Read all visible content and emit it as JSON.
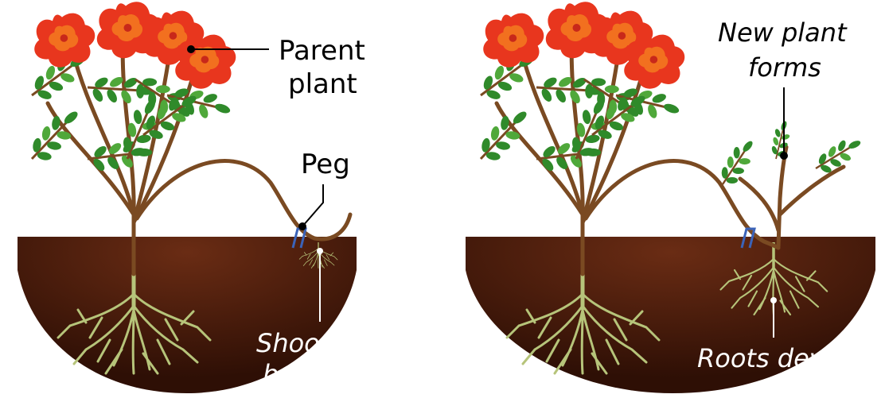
{
  "panels": {
    "left": {
      "parent_line1": "Parent",
      "parent_line2": "plant",
      "peg": "Peg",
      "shoot_line1": "Shoot held",
      "shoot_line2": "below soil"
    },
    "right": {
      "new_line1": "New plant",
      "new_line2": "forms",
      "roots": "Roots develop"
    }
  },
  "colors": {
    "soil_dark": "#3a1408",
    "soil_mid": "#5c2410",
    "stem": "#7a4a22",
    "leaf": "#2f8a2a",
    "leaf_light": "#4fa83a",
    "flower": "#e8361e",
    "flower_light": "#f2701f",
    "root": "#b6c47a",
    "peg": "#3b63b8",
    "label": "#000000",
    "label_on_soil": "#ffffff"
  }
}
